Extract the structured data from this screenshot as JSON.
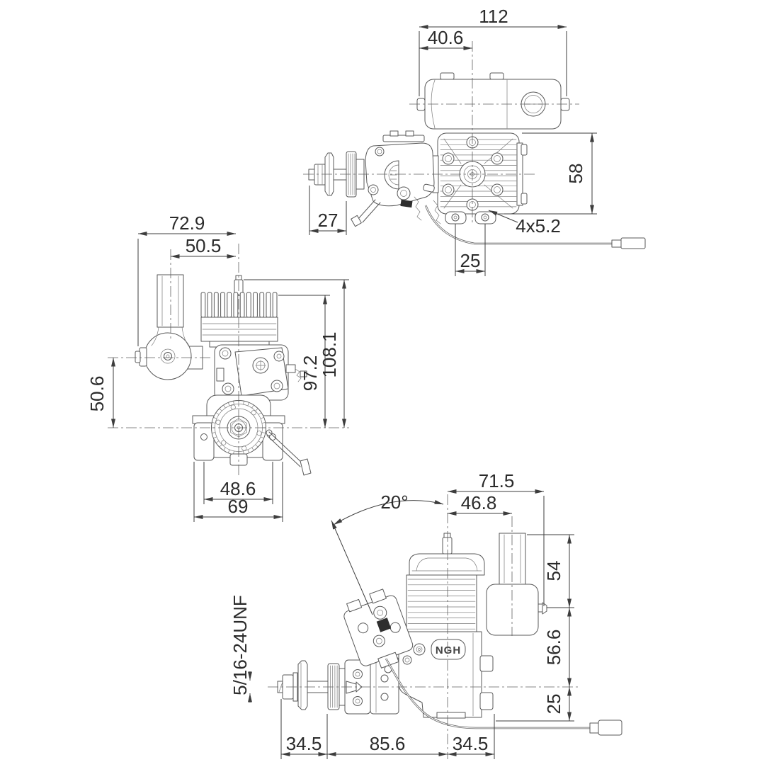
{
  "logo": "NGH",
  "dims": {
    "top": {
      "width": "112",
      "muffler_offset": "40.6",
      "head_depth": "58",
      "shaft": "27",
      "mount_spacing": "25",
      "holes": "4x5.2"
    },
    "front": {
      "overall": "72.9",
      "pipe_offset": "50.5",
      "muffler_drop": "50.6",
      "cyl_height": "97.2",
      "overall_height": "108.1",
      "mount_inner": "48.6",
      "mount_outer": "69"
    },
    "side": {
      "carb_angle": "20°",
      "outlet_offset": "71.5",
      "pipe_offset": "46.8",
      "muffler_top": "54",
      "mid_height": "56.6",
      "base": "25",
      "front_len": "34.5",
      "mid_len": "85.6",
      "rear_len": "34.5",
      "prop_thread": "5/16-24UNF"
    }
  }
}
